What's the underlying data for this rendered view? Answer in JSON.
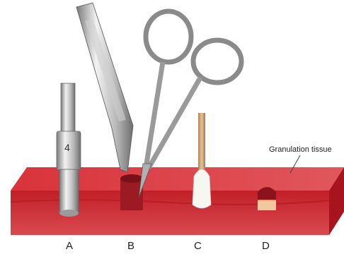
{
  "labels": {
    "a": "A",
    "b": "B",
    "c": "C",
    "d": "D"
  },
  "callout": "Granulation tissue",
  "punch_size": "4",
  "colors": {
    "tissue_top": "#d9333b",
    "tissue_front": "#c8202a",
    "tissue_side": "#a8141d",
    "metal_light": "#e6e6e6",
    "metal_dark": "#8c8c8c",
    "cotton": "#f7f7f2",
    "applicator_stick": "#c9a270"
  },
  "icons": {
    "a": "biopsy-punch-icon",
    "b": "forceps-and-scissors-icon",
    "c": "cotton-swab-icon",
    "d": "excised-wound-icon"
  }
}
